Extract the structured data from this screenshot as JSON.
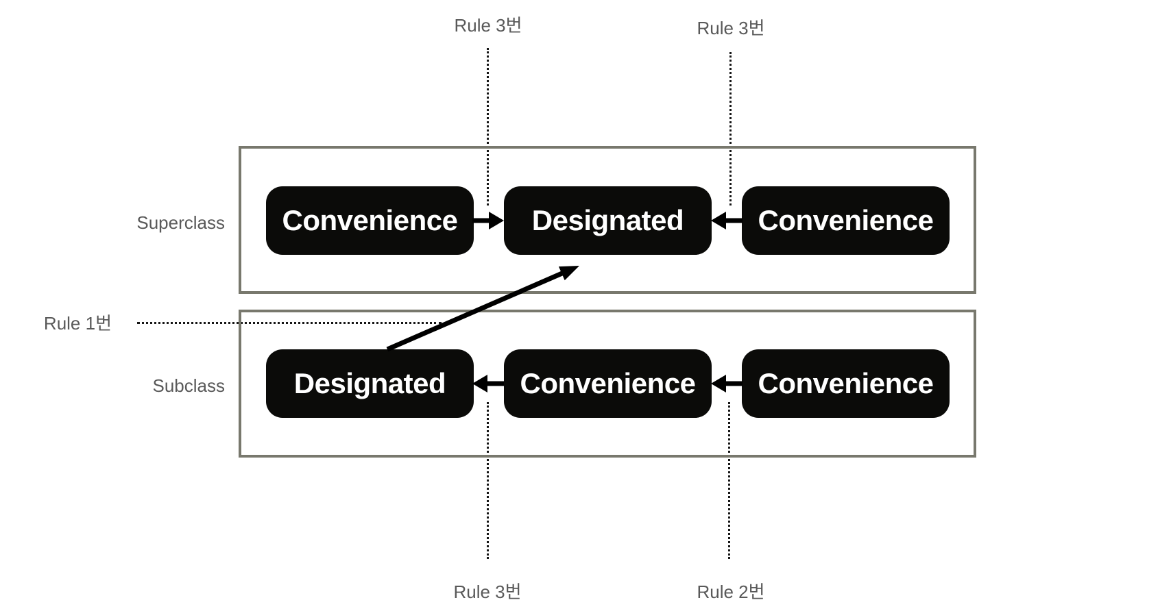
{
  "diagram": {
    "kind": "swift-initializer-delegation-rules",
    "rows": {
      "superclass": {
        "label": "Superclass",
        "nodes": [
          "Convenience",
          "Designated",
          "Convenience"
        ]
      },
      "subclass": {
        "label": "Subclass",
        "nodes": [
          "Designated",
          "Convenience",
          "Convenience"
        ]
      }
    },
    "labels": {
      "rule1": "Rule 1번",
      "rule2": "Rule 2번",
      "rule3_top_left": "Rule 3번",
      "rule3_top_right": "Rule 3번",
      "rule3_bottom": "Rule 3번"
    },
    "colors": {
      "background": "#ffffff",
      "node_bg": "#0b0b09",
      "node_text": "#ffffff",
      "frame_border": "#78786d",
      "label_text": "#595959",
      "arrow": "#000000",
      "guide_dots": "#161616"
    }
  }
}
